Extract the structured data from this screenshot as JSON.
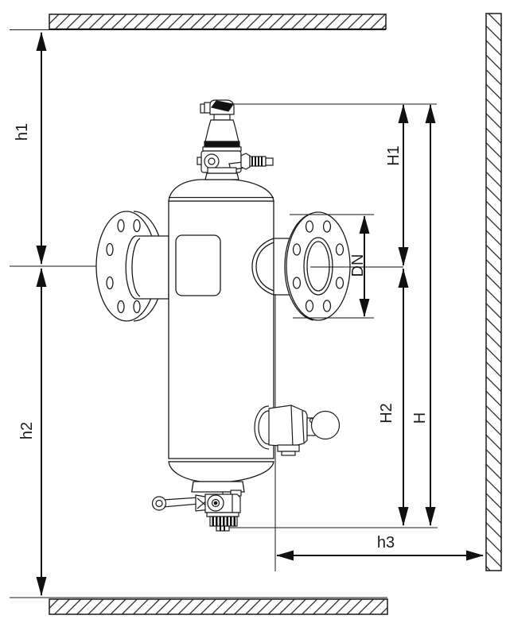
{
  "diagram": {
    "type": "technical-drawing",
    "labels": {
      "h1": "h1",
      "h2": "h2",
      "h3": "h3",
      "H1": "H1",
      "H2": "H2",
      "H": "H",
      "DN": "DN"
    },
    "colors": {
      "line": "#1a1a1a",
      "dimension": "#111111",
      "background": "#ffffff"
    }
  }
}
